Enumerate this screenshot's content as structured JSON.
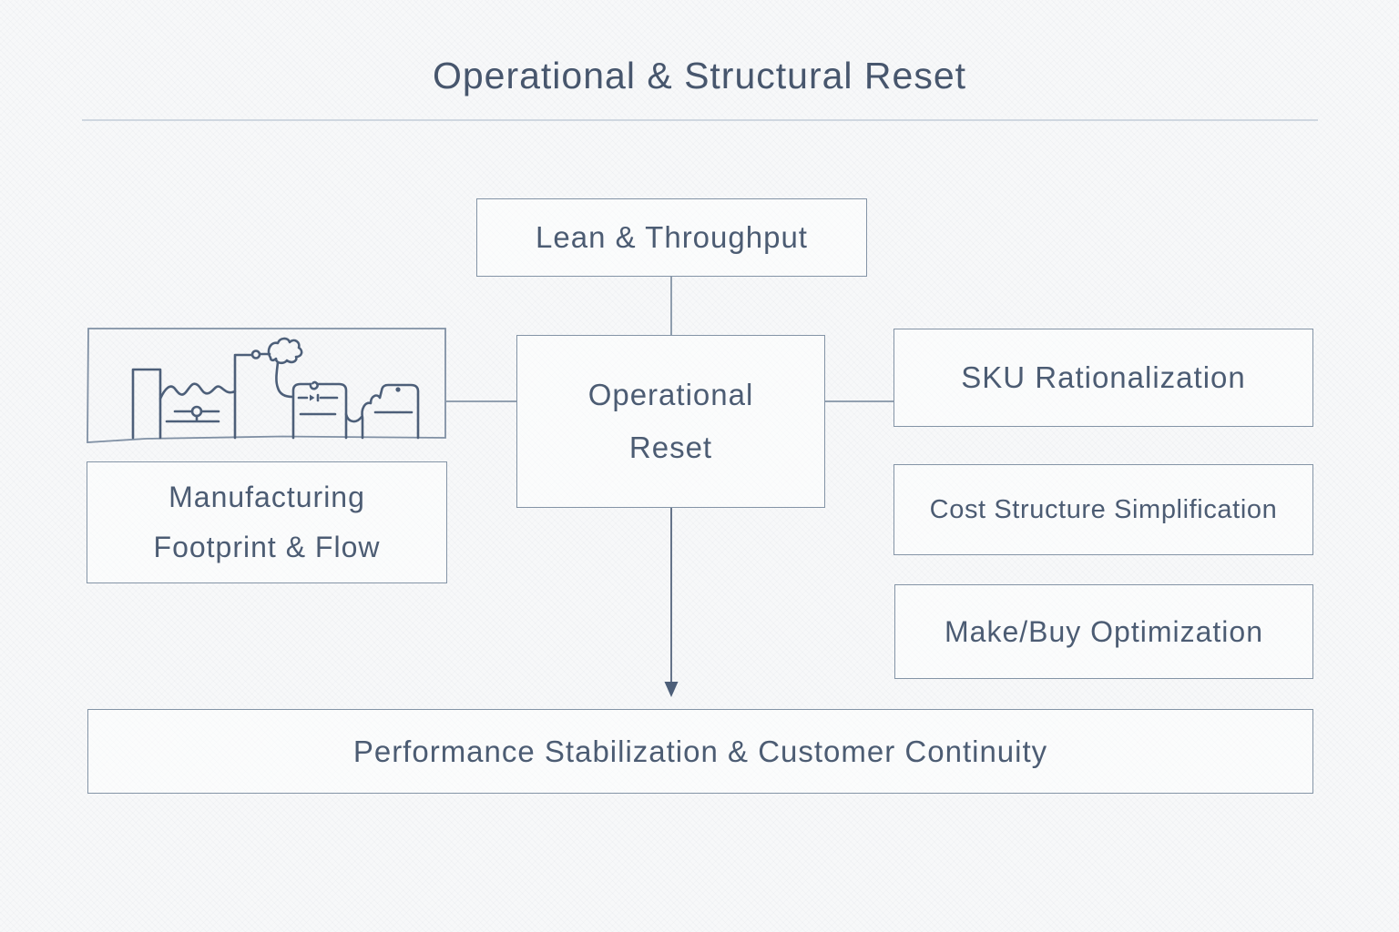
{
  "title": "Operational & Structural Reset",
  "nodes": {
    "lean": {
      "label": "Lean & Throughput"
    },
    "manufacturing": {
      "lines": [
        "Manufacturing",
        "Footprint & Flow"
      ]
    },
    "operational_reset": {
      "lines": [
        "Operational",
        "Reset"
      ]
    },
    "sku": {
      "label": "SKU Rationalization"
    },
    "cost": {
      "label": "Cost Structure Simplification"
    },
    "make_buy": {
      "label": "Make/Buy Optimization"
    },
    "performance": {
      "label": "Performance Stabilization & Customer Continuity"
    }
  },
  "connections": [
    {
      "from": "lean",
      "to": "operational_reset",
      "style": "plain-line"
    },
    {
      "from": "factory-sketch",
      "to": "operational_reset",
      "style": "plain-line"
    },
    {
      "from": "operational_reset",
      "to": "sku",
      "style": "plain-line"
    },
    {
      "from": "operational_reset",
      "to": "performance",
      "style": "arrow-down"
    }
  ],
  "icons": {
    "factory_sketch": "hand-drawn-factory-production-line-sketch"
  },
  "colors": {
    "background": "#f7f8f9",
    "text": "#4c5c73",
    "box_border": "#8494a6",
    "connector": "#8494a6",
    "sketch_stroke": "#4d5f79",
    "divider": "#cfd7e0"
  }
}
